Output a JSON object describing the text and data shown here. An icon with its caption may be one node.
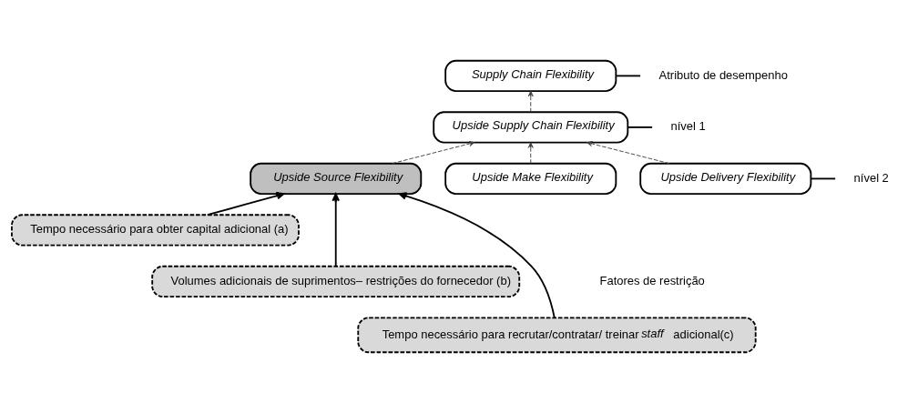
{
  "diagram": {
    "nodes": [
      {
        "text": [
          "Supply Chain Flexibility"
        ]
      },
      {
        "text": [
          "Upside Supply Chain Flexibility"
        ]
      },
      {
        "text": [
          "Upside Source Flexibility"
        ]
      },
      {
        "text": [
          "Upside Make Flexibility"
        ]
      },
      {
        "text": [
          "Upside Delivery Flexibility"
        ]
      },
      {
        "text": [
          "Tempo necessário para obter capital adicional (a)"
        ]
      },
      {
        "text": [
          "Volumes adicionais de suprimentos– restrições do fornecedor (b)"
        ]
      },
      {
        "text": [
          "Tempo necessário para recrutar/contratar/ treinar *staff* adicional(c)"
        ]
      },
      {
        "text": [
          "Atributo de desempenho"
        ]
      },
      {
        "text": [
          "nível 1"
        ]
      },
      {
        "text": [
          "nível 2"
        ]
      }
    ],
    "edges": [
      {
        "from": 1,
        "to": 0,
        "arrow": "to",
        "style": "dashed"
      },
      {
        "from": 2,
        "to": 1,
        "arrow": "to",
        "style": "dashed"
      },
      {
        "from": 3,
        "to": 1,
        "arrow": "to",
        "style": "dashed"
      },
      {
        "from": 4,
        "to": 1,
        "arrow": "to",
        "style": "dashed"
      },
      {
        "from": 5,
        "to": 2,
        "arrow": "to"
      },
      {
        "from": 6,
        "to": 2,
        "arrow": "to"
      },
      {
        "from": 7,
        "to": 2,
        "arrow": "to"
      },
      {
        "from": 0,
        "to": 8,
        "arrow": "none"
      },
      {
        "from": 1,
        "to": 9,
        "arrow": "none"
      },
      {
        "from": 4,
        "to": 10,
        "arrow": "none"
      }
    ],
    "labels": [
      "Fatores de restrição"
    ]
  }
}
